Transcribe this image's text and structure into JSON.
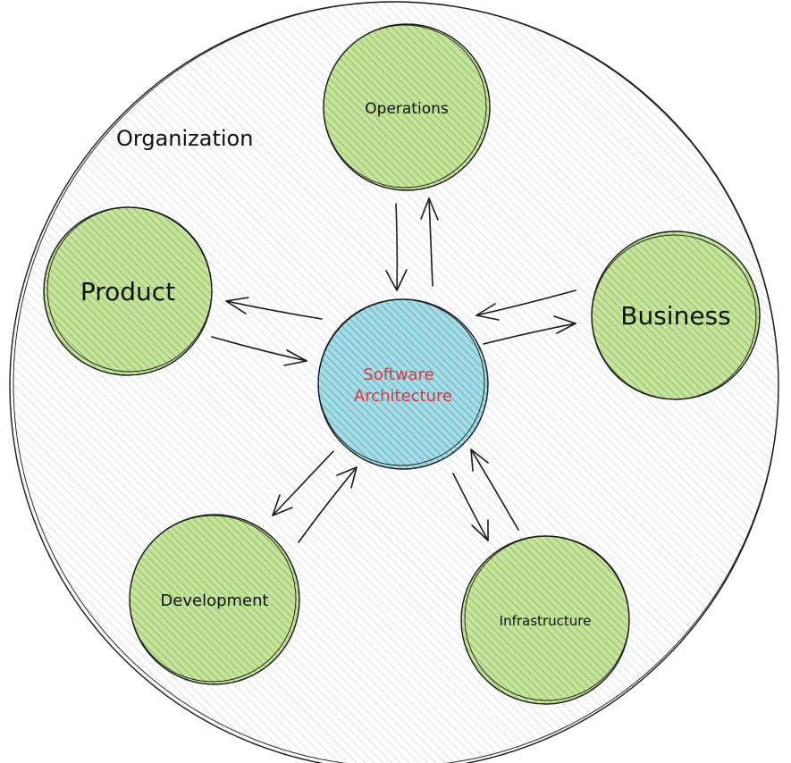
{
  "diagram": {
    "container_label": "Organization",
    "center": {
      "label_line1": "Software",
      "label_line2": "Architecture"
    },
    "nodes": {
      "operations": "Operations",
      "product": "Product",
      "business": "Business",
      "development": "Development",
      "infrastructure": "Infrastructure"
    },
    "colors": {
      "container_fill": "#f0f1f2",
      "node_fill": "#a8d36a",
      "center_fill": "#5fbfd0",
      "center_text": "#d9363e",
      "stroke": "#1a1a1a"
    }
  }
}
